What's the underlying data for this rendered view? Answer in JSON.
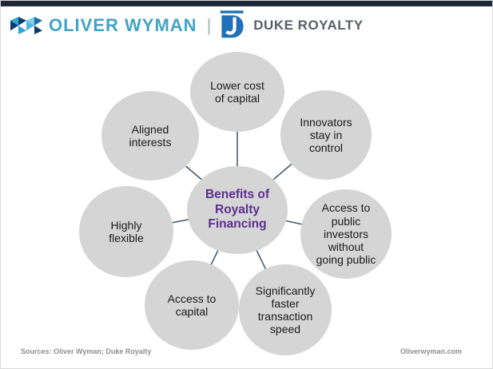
{
  "header": {
    "brand_left": {
      "name": "OLIVER WYMAN",
      "text_color": "#41a4c4"
    },
    "separator": "|",
    "brand_right": {
      "name": "DUKE ROYALTY",
      "text_color": "#5a6068",
      "mark_color": "#2071b8"
    }
  },
  "diagram": {
    "center_label": "Benefits of\nRoyalty\nFinancing",
    "nodes": [
      {
        "id": "lower-cost-of-capital",
        "label": "Lower cost\nof capital"
      },
      {
        "id": "innovators-stay-in-control",
        "label": "Innovators\nstay in\ncontrol"
      },
      {
        "id": "access-to-public-investors",
        "label": "Access to\npublic\ninvestors\nwithout\ngoing public"
      },
      {
        "id": "faster-transaction-speed",
        "label": "Significantly\nfaster\ntransaction\nspeed"
      },
      {
        "id": "access-to-capital",
        "label": "Access to\ncapital"
      },
      {
        "id": "highly-flexible",
        "label": "Highly\nflexible"
      },
      {
        "id": "aligned-interests",
        "label": "Aligned\ninterests"
      }
    ],
    "colors": {
      "node_fill": "#d5d5d5",
      "center_text": "#5c2e91",
      "node_text": "#1a1a1a",
      "connector": "#3c5270",
      "top_bar": "#1c2738"
    }
  },
  "footer": {
    "sources": "Sources: Oliver Wyman; Duke Royalty",
    "website": "Oliverwyman.com"
  }
}
